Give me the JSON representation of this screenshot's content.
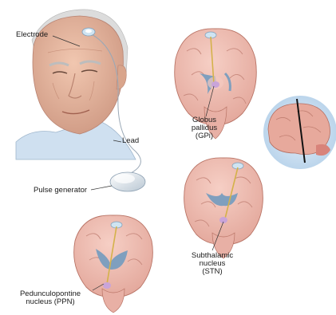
{
  "labels": {
    "electrode": "Electrode",
    "lead": "Lead",
    "pulse_generator": "Pulse generator",
    "gpi": [
      "Globus",
      "pallidus",
      "(GPi)"
    ],
    "stn": [
      "Subthalamic",
      "nucleus",
      "(STN)"
    ],
    "ppn": [
      "Pedunculopontine",
      "nucleus (PPN)"
    ]
  },
  "colors": {
    "brain_surface": "#efb8ae",
    "brain_cortex": "#f3c9c0",
    "ventricle": "#7f9fbe",
    "electrode_wire": "#d4b24a",
    "target_nucleus": "#c9a4d9",
    "skin": "#e8b79f",
    "hair": "#d8d8d8",
    "shirt": "#cfe0f0",
    "inset_background": "#cfe2f2"
  },
  "icons": [
    "face-illustration",
    "pulse-generator-device",
    "brain-section-icon",
    "brain-side-view-icon"
  ]
}
